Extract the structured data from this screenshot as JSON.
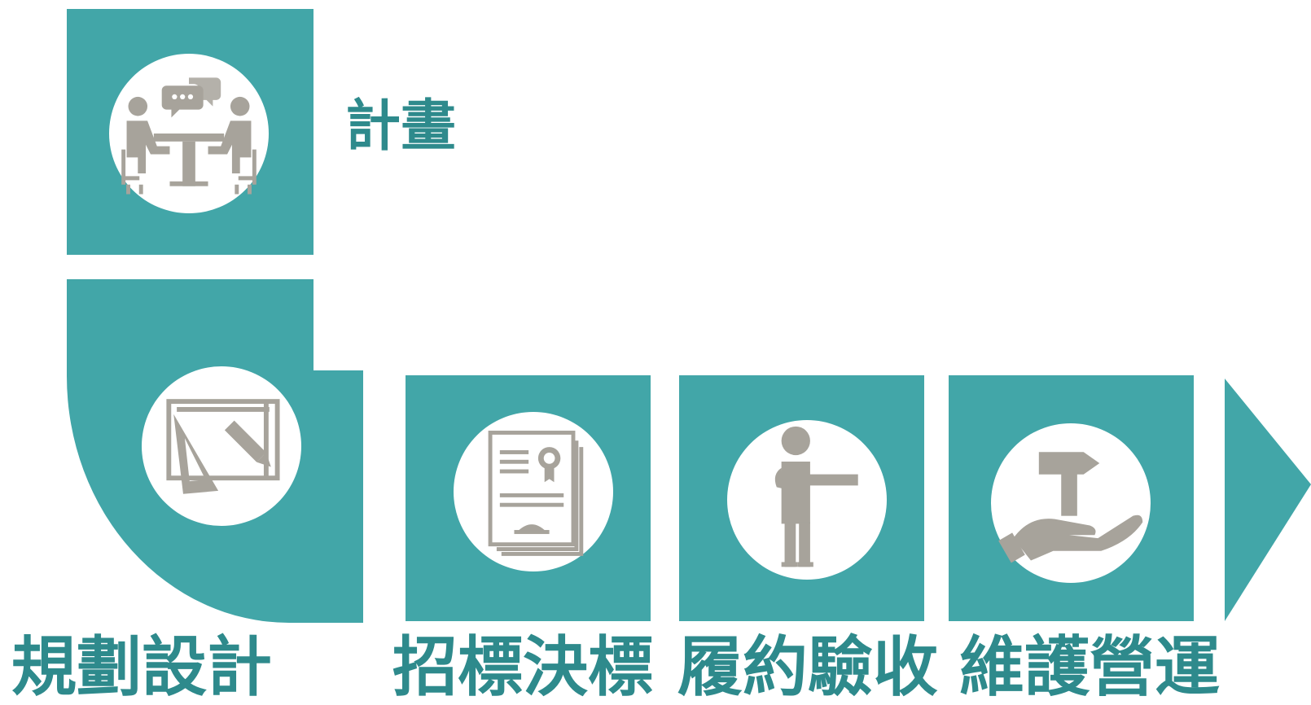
{
  "colors": {
    "tile": "#42a6a8",
    "label": "#2e8a8c",
    "icon": "#a7a39b",
    "circle": "#ffffff"
  },
  "steps": [
    {
      "label": "計畫",
      "icon": "meeting-table-icon"
    },
    {
      "label": "規劃設計",
      "icon": "drafting-board-icon"
    },
    {
      "label": "招標決標",
      "icon": "certificate-document-icon"
    },
    {
      "label": "履約驗收",
      "icon": "person-pointing-icon"
    },
    {
      "label": "維護營運",
      "icon": "hammer-in-hand-icon"
    }
  ]
}
